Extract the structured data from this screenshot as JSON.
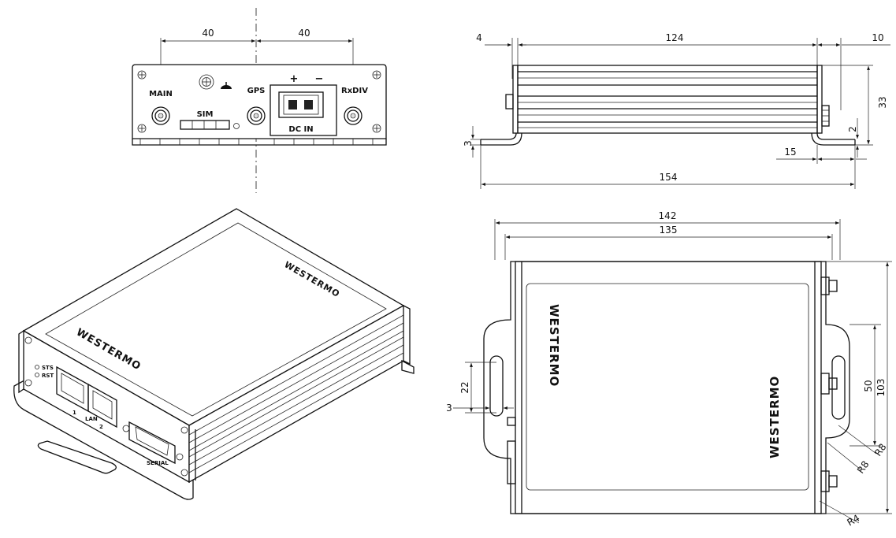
{
  "front_panel": {
    "dim_left": "40",
    "dim_right": "40",
    "labels": {
      "main": "MAIN",
      "gps": "GPS",
      "rxdiv": "RxDIV",
      "sim": "SIM",
      "dc_in": "DC IN",
      "plus": "+",
      "minus": "−"
    }
  },
  "side_view": {
    "dims": {
      "d4": "4",
      "d124": "124",
      "d10": "10",
      "d33": "33",
      "d3": "3",
      "d2": "2",
      "d15": "15",
      "d154": "154"
    }
  },
  "iso_view": {
    "brand": "WESTERMO",
    "leds": {
      "sts": "STS",
      "rst": "RST"
    },
    "port_labels": {
      "p1": "1",
      "p2": "2",
      "lan": "LAN",
      "serial": "SERIAL"
    }
  },
  "top_view": {
    "brand": "WESTERMO",
    "dims": {
      "d142": "142",
      "d135": "135",
      "d22": "22",
      "d3": "3",
      "d50": "50",
      "d103": "103",
      "r8a": "R8",
      "r8b": "R8",
      "r4": "R4"
    }
  }
}
